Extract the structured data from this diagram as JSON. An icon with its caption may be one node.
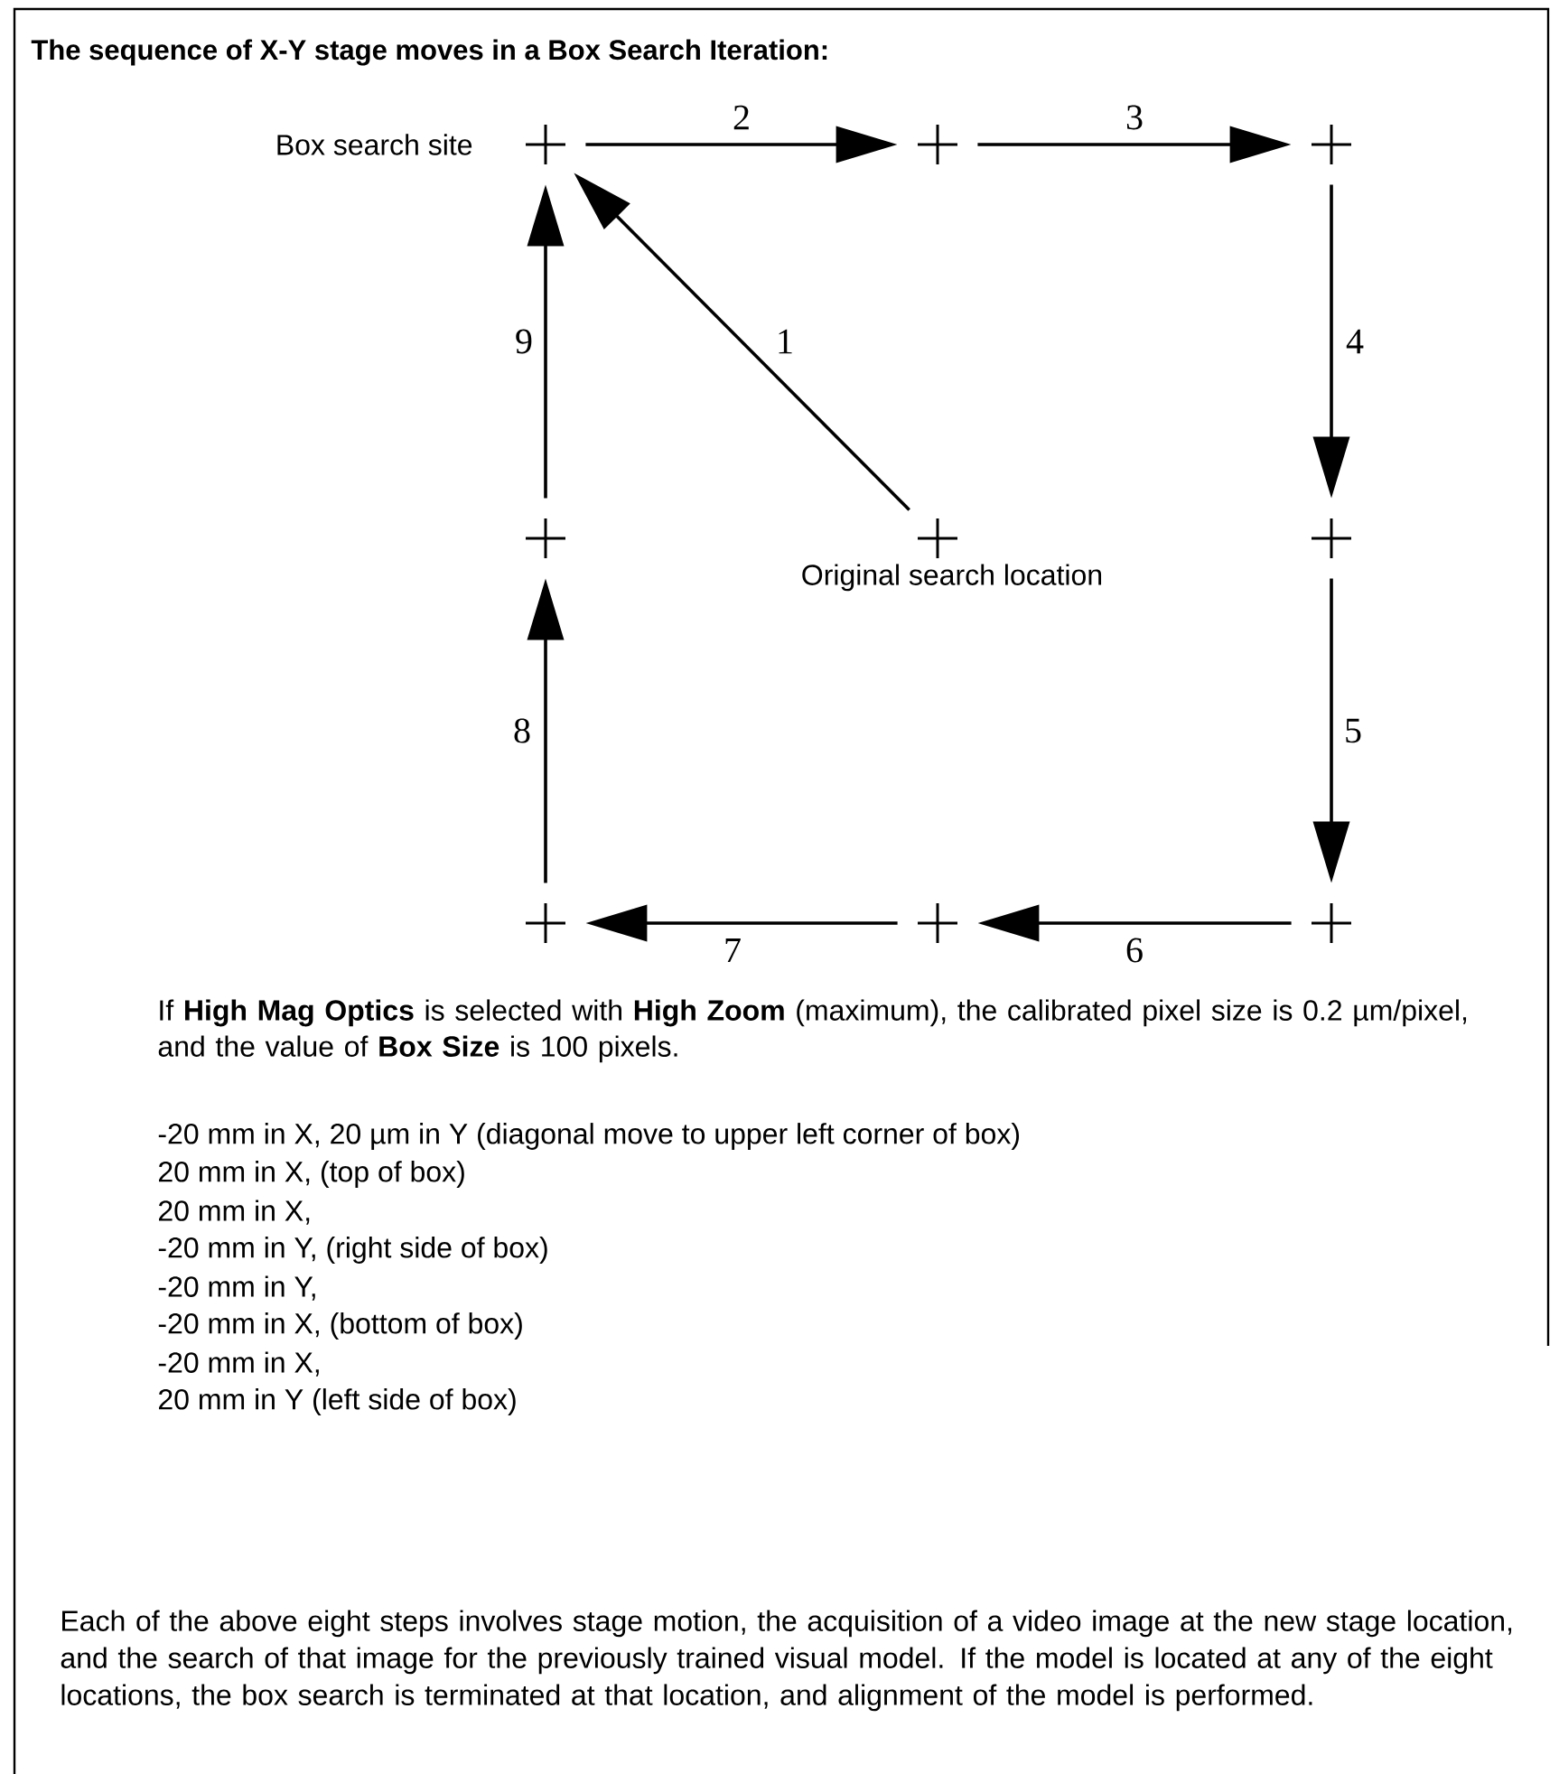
{
  "diagram": {
    "title": "The sequence of X-Y stage moves in a Box Search Iteration:",
    "nodes": [
      {
        "text": [],
        "shape": "cross",
        "beside": [
          "Box search site"
        ]
      },
      {
        "text": [],
        "shape": "cross"
      },
      {
        "text": [],
        "shape": "cross"
      },
      {
        "text": [],
        "shape": "cross"
      },
      {
        "text": [],
        "shape": "cross",
        "beside": [
          "Original search location"
        ]
      },
      {
        "text": [],
        "shape": "cross"
      },
      {
        "text": [],
        "shape": "cross"
      },
      {
        "text": [],
        "shape": "cross"
      },
      {
        "text": [],
        "shape": "cross"
      }
    ],
    "edges": [
      {
        "from": 4,
        "to": 0,
        "arrow": "to",
        "label": "1"
      },
      {
        "from": 0,
        "to": 1,
        "arrow": "to",
        "label": "2"
      },
      {
        "from": 1,
        "to": 2,
        "arrow": "to",
        "label": "3"
      },
      {
        "from": 2,
        "to": 5,
        "arrow": "to",
        "label": "4"
      },
      {
        "from": 5,
        "to": 8,
        "arrow": "to",
        "label": "5"
      },
      {
        "from": 8,
        "to": 7,
        "arrow": "to",
        "label": "6"
      },
      {
        "from": 7,
        "to": 6,
        "arrow": "to",
        "label": "7"
      },
      {
        "from": 6,
        "to": 3,
        "arrow": "to",
        "label": "8"
      },
      {
        "from": 3,
        "to": 0,
        "arrow": "to",
        "label": "9"
      }
    ],
    "labels": [
      "If **High Mag Optics** is selected with **High Zoom** (maximum), the calibrated pixel size is 0.2 µm/pixel, and the value of **Box Size** is 100 pixels.",
      "-20 mm in X, 20 µm in Y (diagonal move to upper left corner of box)",
      "20 mm in X, (top of box)",
      "20 mm in X,",
      "-20 mm in Y, (right side of box)",
      "-20 mm in Y,",
      "-20 mm in X, (bottom of box)",
      "-20 mm in X,",
      "20 mm in Y (left side of box)",
      "Each of the above eight steps involves stage motion, the acquisition of a video image at the new stage location, and the search of that image for the previously trained visual model. If the model is located at any of the eight locations, the box search is terminated at that location, and alignment of the model is performed."
    ]
  }
}
